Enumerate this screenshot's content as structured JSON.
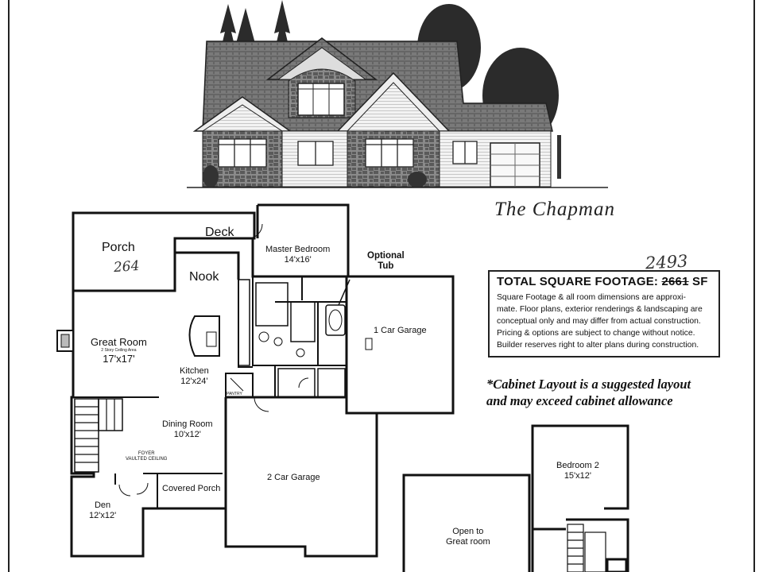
{
  "plan": {
    "title": "The Chapman",
    "square_footage": {
      "heading": "TOTAL SQUARE FOOTAGE:",
      "printed_value": "2661",
      "unit": "SF",
      "handwritten_value": "2493"
    },
    "disclaimer": "Square Footage & all room dimensions are approxi-\nmate. Floor plans, exterior renderings & landscaping are\nconceptual only and may differ from actual construction.\nPricing & options are subject to change without notice.\nBuilder reserves right to alter plans during construction.",
    "cabinet_note": "*Cabinet Layout is a suggested layout\nand may exceed cabinet allowance",
    "porch_handwritten": "264"
  },
  "rooms": {
    "porch": {
      "name": "Porch"
    },
    "deck": {
      "name": "Deck"
    },
    "master_bedroom": {
      "name": "Master Bedroom",
      "dims": "14'x16'"
    },
    "optional_tub": {
      "line1": "Optional",
      "line2": "Tub"
    },
    "nook": {
      "name": "Nook"
    },
    "great_room": {
      "name": "Great Room",
      "note": "2 Story Ceiling Area",
      "dims": "17'x17'"
    },
    "kitchen": {
      "name": "Kitchen",
      "dims": "12'x24'"
    },
    "one_car_garage": {
      "name": "1 Car Garage"
    },
    "two_car_garage": {
      "name": "2 Car Garage"
    },
    "dining_room": {
      "name": "Dining Room",
      "dims": "10'x12'"
    },
    "foyer": {
      "name": "FOYER",
      "note": "VAULTED CEILING"
    },
    "covered_porch": {
      "name": "Covered Porch"
    },
    "den": {
      "name": "Den",
      "dims": "12'x12'"
    },
    "pantry": {
      "name": "PANTRY"
    },
    "bedroom_2": {
      "name": "Bedroom 2",
      "dims": "15'x12'"
    },
    "open_to": {
      "line1": "Open to",
      "line2": "Great room"
    }
  },
  "colors": {
    "ink": "#111111",
    "roof": "#555555",
    "stone": "#6e6e6e",
    "paper": "#ffffff"
  }
}
